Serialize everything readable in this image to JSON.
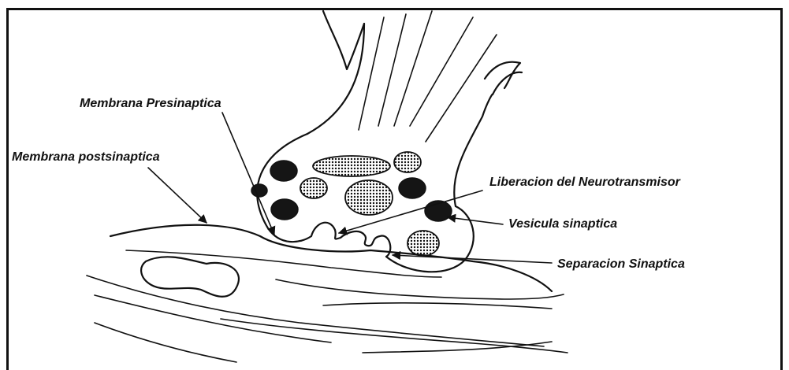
{
  "labels": {
    "presynaptic_membrane": "Membrana Presinaptica",
    "postsynaptic_membrane": "Membrana postsinaptica",
    "neurotransmitter_release": "Liberacion del Neurotransmisor",
    "synaptic_vesicle": "Vesicula sinaptica",
    "synaptic_cleft": "Separacion Sinaptica"
  },
  "colors": {
    "ink": "#111111",
    "background": "#ffffff"
  }
}
